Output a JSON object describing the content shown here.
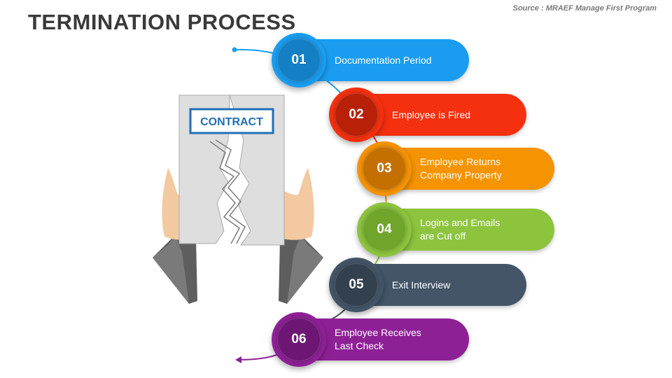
{
  "header": {
    "title": "TERMINATION PROCESS",
    "source": "Source : MRAEF Manage First Program"
  },
  "illustration": {
    "contract_label": "CONTRACT",
    "paper_color": "#dedede",
    "label_color": "#1f6fb5",
    "sleeve_color": "#6b6b6b",
    "skin_color": "#f2c9a0"
  },
  "steps": [
    {
      "number": "01",
      "label": "Documentation Period",
      "color": "#1a9df0",
      "inner_color": "#147fc4"
    },
    {
      "number": "02",
      "label": "Employee is Fired",
      "color": "#f5300f",
      "inner_color": "#b82008"
    },
    {
      "number": "03",
      "label": "Employee Returns\nCompany Property",
      "color": "#f59300",
      "inner_color": "#c47000"
    },
    {
      "number": "04",
      "label": "Logins and Emails\nare Cut off",
      "color": "#8dc43e",
      "inner_color": "#6ea52a"
    },
    {
      "number": "05",
      "label": "Exit Interview",
      "color": "#435567",
      "inner_color": "#33414f"
    },
    {
      "number": "06",
      "label": "Employee Receives\nLast Check",
      "color": "#8e2096",
      "inner_color": "#6d1674"
    }
  ]
}
